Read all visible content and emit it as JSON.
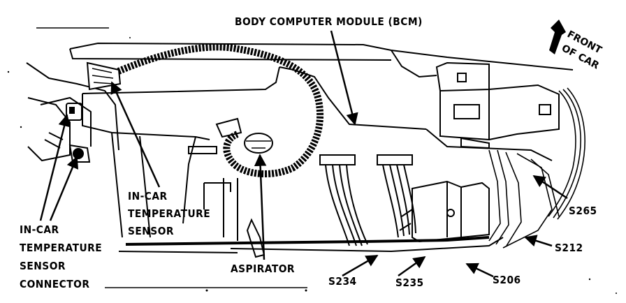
{
  "labels": {
    "bcm": "BODY COMPUTER MODULE (BCM)",
    "front_1": "FRONT",
    "front_2": "OF CAR",
    "sensor_1": "IN-CAR",
    "sensor_2": "TEMPERATURE",
    "sensor_3": "SENSOR",
    "connector_1": "IN-CAR",
    "connector_2": "TEMPERATURE",
    "connector_3": "SENSOR",
    "connector_4": "CONNECTOR",
    "aspirator": "ASPIRATOR",
    "s234": "S234",
    "s235": "S235",
    "s206": "S206",
    "s212": "S212",
    "s265": "S265"
  }
}
